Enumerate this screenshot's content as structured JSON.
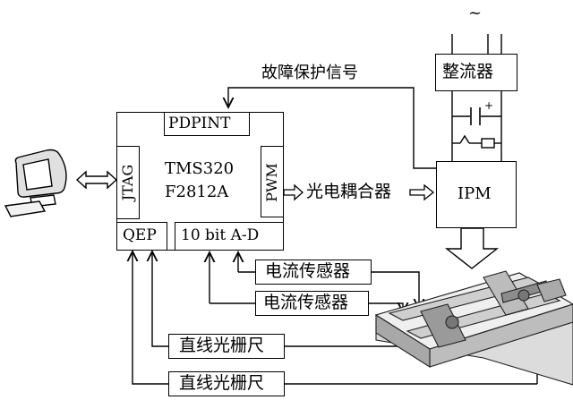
{
  "diagram": {
    "ac_symbol": "~",
    "rectifier": "整流器",
    "fault_signal": "故障保护信号",
    "pdpint": "PDPINT",
    "dsp_line1": "TMS320",
    "dsp_line2": "F2812A",
    "jtag": "JTAG",
    "pwm": "PWM",
    "qep": "QEP",
    "adc": "10 bit A-D",
    "optocoupler": "光电耦合器",
    "ipm": "IPM",
    "cap_plus": "+",
    "current_sensor_1": "电流传感器",
    "current_sensor_2": "电流传感器",
    "linear_scale_1": "直线光栅尺",
    "linear_scale_2": "直线光栅尺"
  }
}
